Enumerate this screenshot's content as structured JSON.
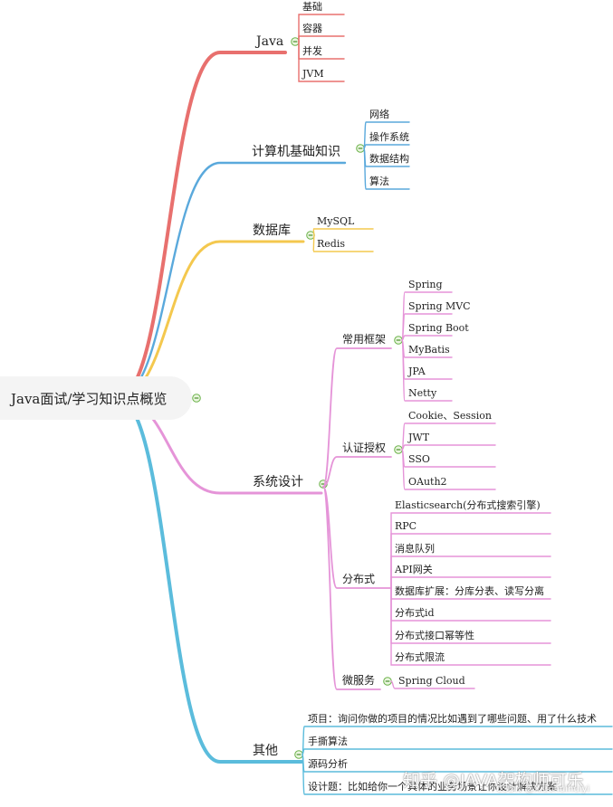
{
  "root": {
    "label": "Java面试/学习知识点概览"
  },
  "branches": [
    {
      "id": "java",
      "label": "Java",
      "color": "#e8706e",
      "children": [
        "基础",
        "容器",
        "并发",
        "JVM"
      ]
    },
    {
      "id": "cs",
      "label": "计算机基础知识",
      "color": "#5aa9dc",
      "children": [
        "网络",
        "操作系统",
        "数据结构",
        "算法"
      ]
    },
    {
      "id": "db",
      "label": "数据库",
      "color": "#f4c84e",
      "children": [
        "MySQL",
        "Redis"
      ]
    },
    {
      "id": "sys",
      "label": "系统设计",
      "color": "#e594d8",
      "groups": [
        {
          "label": "常用框架",
          "children": [
            "Spring",
            "Spring MVC",
            "Spring Boot",
            "MyBatis",
            "JPA",
            "Netty"
          ]
        },
        {
          "label": "认证授权",
          "children": [
            "Cookie、Session",
            "JWT",
            "SSO",
            "OAuth2"
          ]
        },
        {
          "label": "分布式",
          "children": [
            "Elasticsearch(分布式搜索引擎)",
            "RPC",
            "消息队列",
            "API网关",
            "数据库扩展：分库分表、读写分离",
            "分布式id",
            "分布式接口幂等性",
            "分布式限流"
          ]
        },
        {
          "label": "微服务",
          "children": [
            "Spring Cloud"
          ]
        }
      ]
    },
    {
      "id": "other",
      "label": "其他",
      "color": "#5bbcdc",
      "children": [
        "项目：询问你做的项目的情况比如遇到了哪些问题、用了什么技术",
        "手撕算法",
        "源码分析",
        "设计题：比如给你一个具体的业务场景让你设计解决方案"
      ]
    }
  ],
  "watermark": {
    "text": "知乎 @JAVA架构师可乐",
    "subtext": "CSDN @Xiaohuihuiyi"
  }
}
